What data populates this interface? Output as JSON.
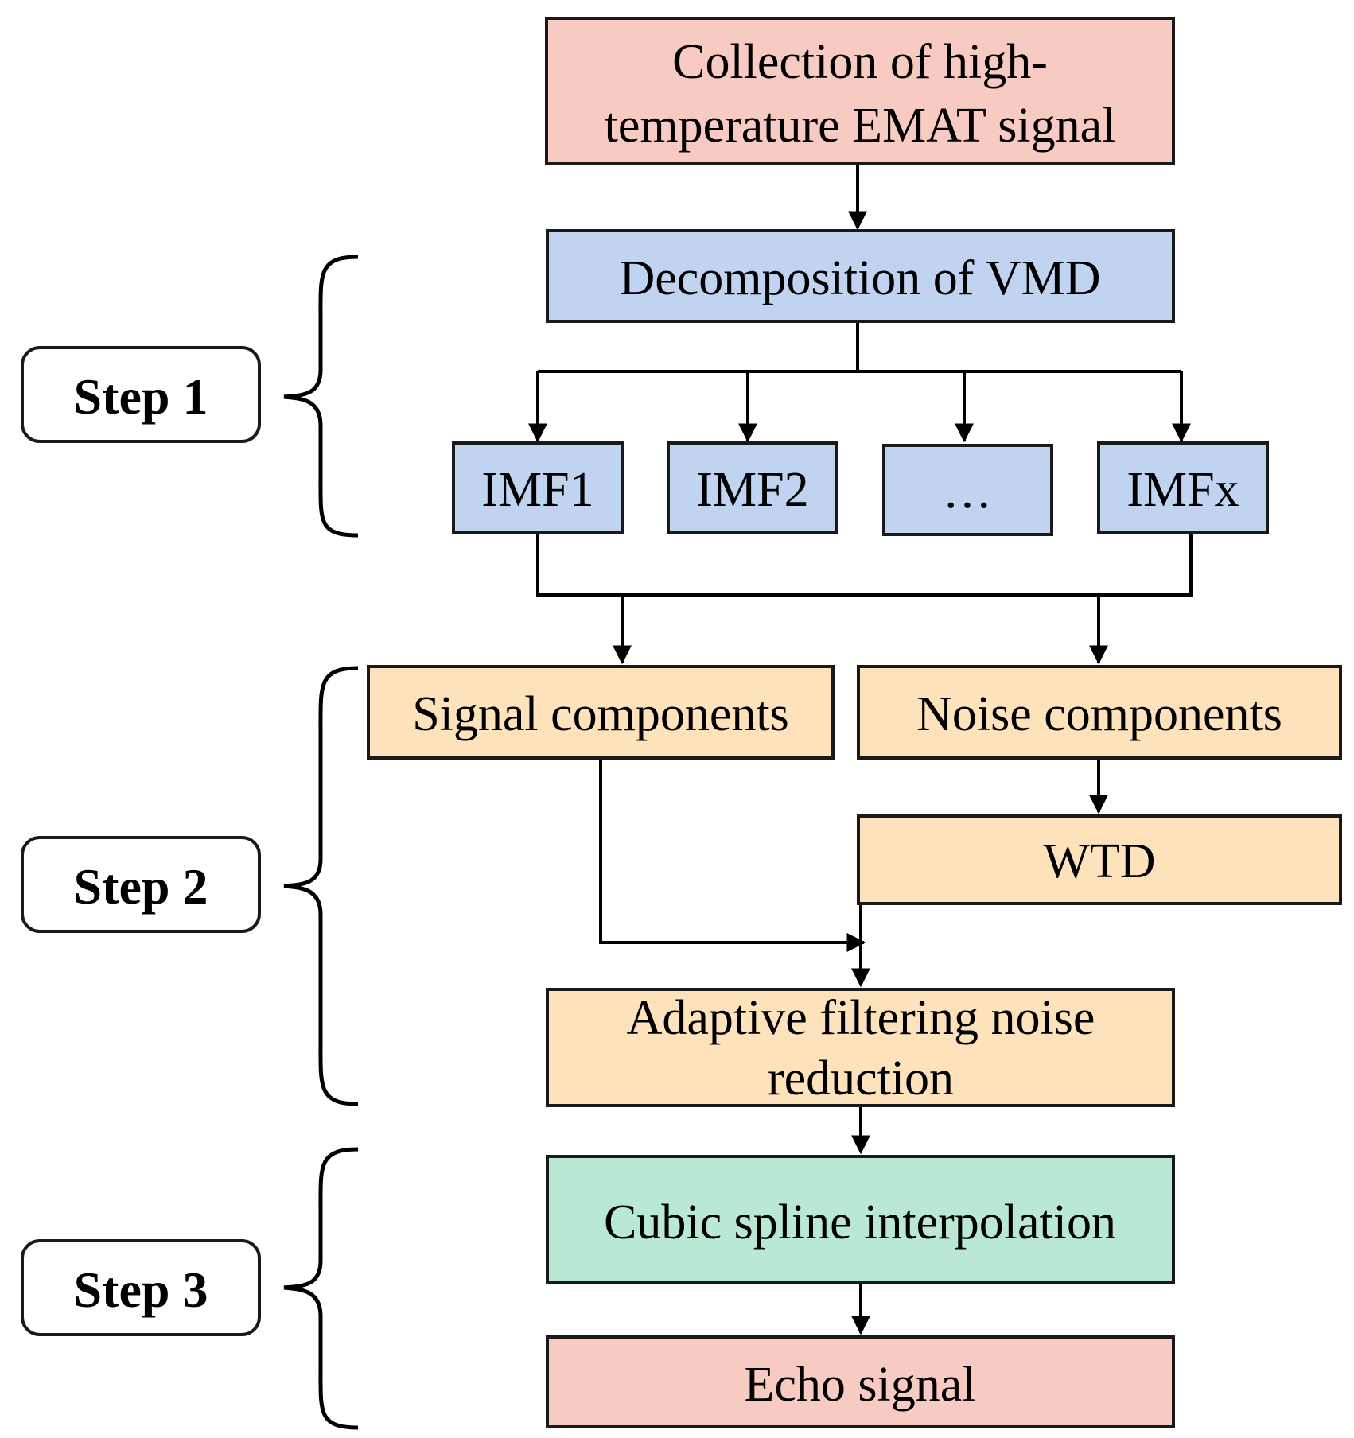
{
  "colors": {
    "pink": "#f8cbc2",
    "blue": "#c0d4f2",
    "orange": "#fde2bc",
    "green": "#b9e9d3"
  },
  "steps": {
    "step1": "Step 1",
    "step2": "Step 2",
    "step3": "Step 3"
  },
  "nodes": {
    "collection": {
      "line1": "Collection of high-",
      "line2": "temperature EMAT signal"
    },
    "vmd": "Decomposition of VMD",
    "imf1": "IMF1",
    "imf2": "IMF2",
    "imf_dots": "…",
    "imfx": "IMFx",
    "signal": "Signal components",
    "noise": "Noise components",
    "wtd": "WTD",
    "adaptive": {
      "line1": "Adaptive filtering noise",
      "line2": "reduction"
    },
    "cubic": "Cubic spline interpolation",
    "echo": "Echo signal"
  }
}
